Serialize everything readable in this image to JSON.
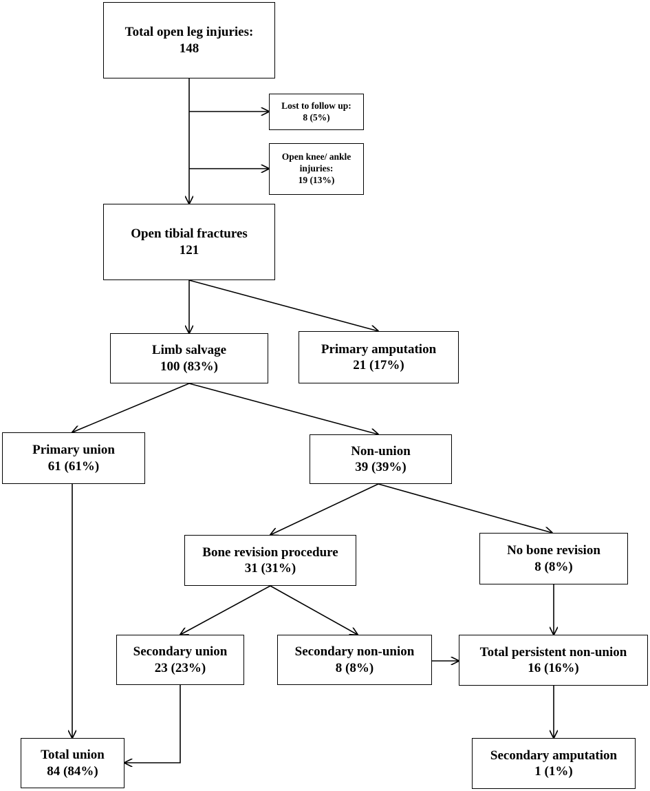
{
  "nodes": {
    "total_open_leg": {
      "lines": [
        "Total open leg injuries:",
        "148"
      ]
    },
    "lost_follow_up": {
      "lines": [
        "Lost to follow up:",
        "8 (5%)"
      ]
    },
    "open_knee_ankle": {
      "lines": [
        "Open knee/ ankle",
        "injuries:",
        "19 (13%)"
      ]
    },
    "open_tibial": {
      "lines": [
        "Open tibial fractures",
        "121"
      ]
    },
    "limb_salvage": {
      "lines": [
        "Limb salvage",
        "100 (83%)"
      ]
    },
    "primary_amputation": {
      "lines": [
        "Primary amputation",
        "21 (17%)"
      ]
    },
    "primary_union": {
      "lines": [
        "Primary union",
        "61 (61%)"
      ]
    },
    "non_union": {
      "lines": [
        "Non-union",
        "39 (39%)"
      ]
    },
    "bone_revision": {
      "lines": [
        "Bone revision procedure",
        "31 (31%)"
      ]
    },
    "no_bone_revision": {
      "lines": [
        "No bone revision",
        "8 (8%)"
      ]
    },
    "secondary_union": {
      "lines": [
        "Secondary union",
        "23 (23%)"
      ]
    },
    "secondary_non_union": {
      "lines": [
        "Secondary non-union",
        "8 (8%)"
      ]
    },
    "total_persistent": {
      "lines": [
        "Total persistent non-union",
        "16 (16%)"
      ]
    },
    "total_union": {
      "lines": [
        "Total union",
        "84 (84%)"
      ]
    },
    "secondary_amputation": {
      "lines": [
        "Secondary amputation",
        "1 (1%)"
      ]
    }
  },
  "colors": {
    "line": "#000000",
    "box_fill": "#ffffff",
    "text": "#000000"
  }
}
